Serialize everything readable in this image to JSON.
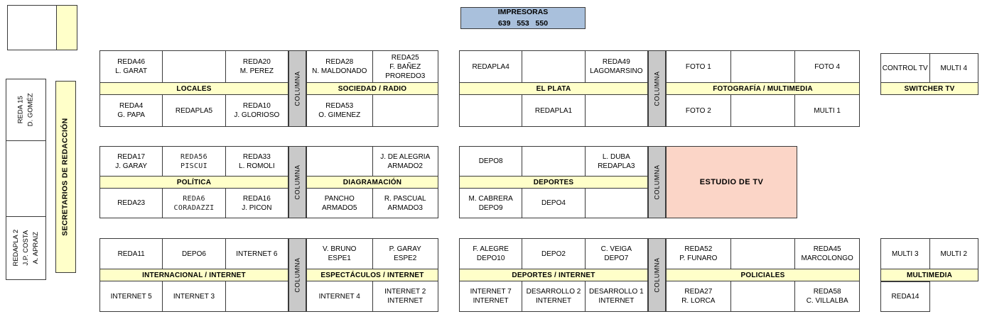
{
  "colors": {
    "yellow": "#FFFFC9",
    "blue": "#A9C0DC",
    "pink": "#FBD5C7",
    "gray": "#C9C9C9"
  },
  "printers": {
    "title": "IMPRESORAS",
    "numbers": "639   553   550"
  },
  "left_column": {
    "reda15": "REDA 15\nD. GOMÉZ",
    "secretarios": "SECRETARIOS DE REDACCIÓN",
    "redapla2": "REDAPLA 2\nJ.P. COSTA\nA. APRAIZ"
  },
  "columna_label": "COLUMNA",
  "estudio_tv": "ESTUDIO DE TV",
  "groups": {
    "locales": {
      "header": "LOCALES",
      "top": [
        "REDA46\nL. GARAT",
        "",
        "REDA20\nM. PEREZ"
      ],
      "bottom": [
        "REDA4\nG. PAPA",
        "REDAPLA5",
        "REDA10\nJ. GLORIOSO"
      ]
    },
    "sociedad_radio": {
      "header": "SOCIEDAD / RADIO",
      "top": [
        "REDA28\nN. MALDONADO",
        "REDA25\nF. BAÑEZ\nPROREDO3"
      ],
      "bottom": [
        "REDA53\nO. GIMENEZ",
        ""
      ]
    },
    "el_plata": {
      "header": "EL PLATA",
      "top": [
        "REDAPLA4",
        "",
        "REDA49\nLAGOMARSINO"
      ],
      "bottom": [
        "",
        "REDAPLA1",
        ""
      ]
    },
    "fotografia": {
      "header": "FOTOGRAFÍA / MULTIMEDIA",
      "top": [
        "FOTO 1",
        "",
        "FOTO 4"
      ],
      "bottom": [
        "FOTO 2",
        "",
        "MULTI 1"
      ]
    },
    "switcher": {
      "header": "SWITCHER TV",
      "top": [
        "CONTROL TV",
        "MULTI 4"
      ]
    },
    "politica": {
      "header": "POLÍTICA",
      "top": [
        "REDA17\nJ. GARAY",
        "REDA56\nPISCUI",
        "REDA33\nL. ROMOLI"
      ],
      "bottom": [
        "REDA23",
        "REDA6\nCORADAZZI",
        "REDA16\nJ. PICON"
      ]
    },
    "diagramacion": {
      "header": "DIAGRAMACIÓN",
      "top": [
        "",
        "J. DE ALEGRIA\nARMADO2"
      ],
      "bottom": [
        "PANCHO\nARMADO5",
        "R. PASCUAL\nARMADO3"
      ]
    },
    "deportes": {
      "header": "DEPORTES",
      "top": [
        "DEPO8",
        "",
        "L. DUBA\nREDAPLA3"
      ],
      "bottom": [
        "M. CABRERA\nDEPO9",
        "DEPO4",
        ""
      ]
    },
    "internacional": {
      "header": "INTERNACIONAL / INTERNET",
      "top": [
        "REDA11",
        "DEPO6",
        "INTERNET 6"
      ],
      "bottom": [
        "INTERNET 5",
        "INTERNET 3",
        ""
      ]
    },
    "espectaculos": {
      "header": "ESPECTÁCULOS / INTERNET",
      "top": [
        "V. BRUNO\nESPE1",
        "P. GARAY\nESPE2"
      ],
      "bottom": [
        "INTERNET 4",
        "INTERNET 2\nINTERNET"
      ]
    },
    "deportes_internet": {
      "header": "DEPORTES / INTERNET",
      "top": [
        "F. ALEGRE\nDEPO10",
        "DEPO2",
        "C. VEIGA\nDEPO7"
      ],
      "bottom": [
        "INTERNET 7\nINTERNET",
        "DESARROLLO 2\nINTERNET",
        "DESARROLLO 1\nINTERNET"
      ]
    },
    "policiales": {
      "header": "POLICIALES",
      "top": [
        "REDA52\nP. FUNARO",
        "",
        "REDA45\nMARCOLONGO"
      ],
      "bottom": [
        "REDA27\nR. LORCA",
        "",
        "REDA58\nC. VILLALBA"
      ]
    },
    "multimedia": {
      "header": "MULTIMEDIA",
      "top": [
        "MULTI 3",
        "MULTI 2"
      ],
      "bottom_single": "REDA14"
    }
  }
}
